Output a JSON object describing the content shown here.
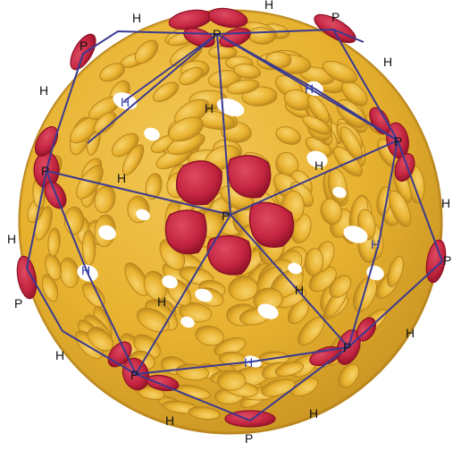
{
  "colors": {
    "hexon": "#e8b22f",
    "hexon_shadow": "#b9851c",
    "penton": "#c3243f",
    "penton_shadow": "#8d1228",
    "lines": "#3b3a8f",
    "label": "#111111",
    "label_inner": "#2f3fb0"
  },
  "labels": {
    "p_top": "P",
    "p_top_right": "P",
    "p_upper_left": "P",
    "p_left": "P",
    "p_center": "P",
    "p_right_edge": "P",
    "p_right": "P",
    "p_bottom_left": "P",
    "p_lower_right": "P",
    "p_bottom": "P",
    "h_top": "H",
    "h_upper_left": "H",
    "h_inner_top_left": "H",
    "h_inner_top": "H",
    "h_inner_top_right": "H",
    "h_right_top": "H",
    "h_left": "H",
    "h_inner_left": "H",
    "h_inner_right": "H",
    "h_left_mid": "H",
    "h_inner_lower_left": "H",
    "h_inner_right_mid": "H",
    "h_right_mid": "H",
    "h_right_lower": "H",
    "h_inner_lower_left2": "H",
    "h_inner_lower_right": "H",
    "h_inner_bottom": "H",
    "h_left_bottom": "H",
    "h_bottom_left": "H",
    "h_bottom_right": "H"
  }
}
